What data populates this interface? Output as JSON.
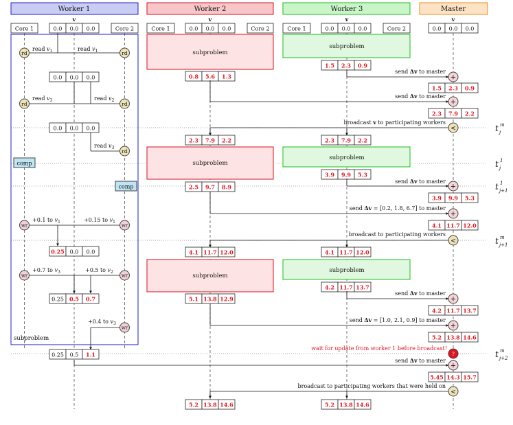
{
  "headers": {
    "worker1": "Worker 1",
    "worker2": "Worker 2",
    "worker3": "Worker 3",
    "master": "Master"
  },
  "vector_symbol": "v",
  "cores": {
    "core1": "Core 1",
    "core2": "Core 2"
  },
  "vectors": {
    "init": [
      "0.0",
      "0.0",
      "0.0"
    ],
    "w3_first": [
      "1.5",
      "2.3",
      "0.9"
    ],
    "w2_first": [
      "0.8",
      "5.6",
      "1.3"
    ],
    "m_after_w3": [
      "1.5",
      "2.3",
      "0.9"
    ],
    "m_after_w2": [
      "2.3",
      "7.9",
      "2.2"
    ],
    "broadcast1": [
      "2.3",
      "7.9",
      "2.2"
    ],
    "w3_second": [
      "3.9",
      "9.9",
      "5.3"
    ],
    "w2_second": [
      "2.5",
      "9.7",
      "8.9"
    ],
    "m_after_w3_2": [
      "3.9",
      "9.9",
      "5.3"
    ],
    "m_after_w2_2": [
      "4.1",
      "11.7",
      "12.0"
    ],
    "broadcast2": [
      "4.1",
      "11.7",
      "12.0"
    ],
    "w1_after_wr1": [
      "0.25",
      "0.0",
      "0.0"
    ],
    "w1_after_wr2": [
      "0.25",
      "0.5",
      "0.7"
    ],
    "w3_third": [
      "4.2",
      "11.7",
      "13.7"
    ],
    "w2_third": [
      "5.1",
      "13.8",
      "12.9"
    ],
    "m_after_w3_3": [
      "4.2",
      "11.7",
      "13.7"
    ],
    "m_after_w2_3": [
      "5.2",
      "13.8",
      "14.6"
    ],
    "w1_after_wr3": [
      "0.25",
      "0.5",
      "1.1"
    ],
    "m_final": [
      "5.45",
      "14.3",
      "15.7"
    ],
    "broadcast3": [
      "5.2",
      "13.8",
      "14.6"
    ]
  },
  "labels": {
    "subproblem": "subproblem",
    "rd": "rd",
    "wr": "wr",
    "comp": "comp",
    "read_v1": "read v1",
    "read_v2": "read v2",
    "read_v3": "read v3",
    "plus_0_1_v1": "+0.1 to v1",
    "plus_0_15_v1": "+0.15 to v1",
    "plus_0_7_v3": "+0.7 to v3",
    "plus_0_5_v2": "+0.5 to v2",
    "plus_0_4_v3": "+0.4 to v3",
    "send_dv": "send Δv to master",
    "send_dv_val1": "send Δv = [0.2, 1.8, 6.7] to master",
    "send_dv_val2": "send Δv = [1.0, 2.1, 0.9] to master",
    "broadcast": "broadcast v to participating workers",
    "broadcast2": "broadcast to participating workers",
    "broadcast3": "broadcast to participating workers that were held on",
    "wait": "wait for update from worker 1 before broadcast!"
  },
  "times": {
    "t1": "t",
    "t1_sub": "j",
    "t1_sup": "m",
    "t2": "t",
    "t2_sub": "j",
    "t2_sup": "1",
    "t3": "t",
    "t3_sub": "j+1",
    "t3_sup": "1",
    "t4": "t",
    "t4_sub": "j+1",
    "t4_sup": "m",
    "t5": "t",
    "t5_sub": "j+2",
    "t5_sup": "m"
  },
  "colors": {
    "worker1_header_fill": "#c9ccf3",
    "worker1_border": "#1c1ccc",
    "worker2_header_fill": "#f6c6c8",
    "worker2_border": "#d8121e",
    "worker3_header_fill": "#c9f5c9",
    "worker3_border": "#1bbf1b",
    "master_header_fill": "#fde3c6",
    "master_border": "#f08a18",
    "subproblem_red_fill": "#fde3e4",
    "subproblem_green_fill": "#dff8df",
    "comp_fill": "#bfe4f2",
    "rd_fill": "#ede3b8",
    "wr_fill": "#f0d1d8",
    "plus_fill": "#f5d6d9",
    "less_fill": "#ede3b8",
    "red_text": "#e0141e",
    "wait_fill": "#e0141e"
  }
}
